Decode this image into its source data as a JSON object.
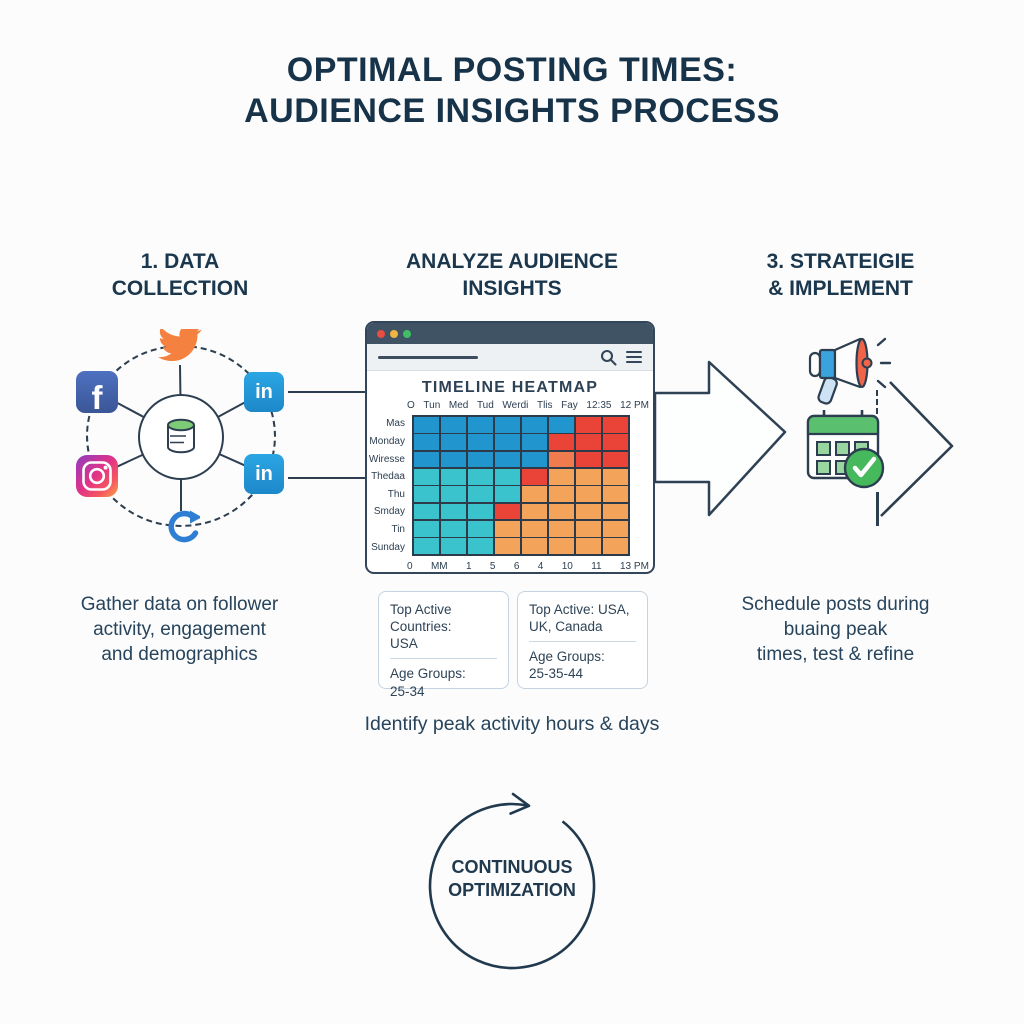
{
  "title": {
    "line1": "OPTIMAL POSTING TIMES:",
    "line2": "AUDIENCE INSIGHTS PROCESS"
  },
  "steps": {
    "step1": {
      "heading_line1": "1. DATA",
      "heading_line2": "COLLECTION",
      "description_line1": "Gather data on follower",
      "description_line2": "activity, engagement",
      "description_line3": "and demographics"
    },
    "step2": {
      "heading_line1": "ANALYZE AUDIENCE",
      "heading_line2": "INSIGHTS",
      "caption": "Identify peak activity hours & days"
    },
    "step3": {
      "heading_line1": "3. STRATEIGIE",
      "heading_line2": "& IMPLEMENT",
      "description_line1": "Schedule posts during",
      "description_line2": "buaing peak",
      "description_line3": "times, test & refine"
    }
  },
  "data_sources": {
    "center_icon": "database-icon",
    "orbit_icons": [
      "twitter-icon",
      "facebook-icon",
      "linkedin-icon",
      "instagram-icon",
      "linkedin-icon",
      "refresh-icon"
    ],
    "facebook_glyph": "f",
    "linkedin_glyph": "in"
  },
  "browser": {
    "heatmap_title": "TIMELINE HEATMAP"
  },
  "insight_cards": [
    {
      "title": "Top Active Countries:",
      "value": "USA",
      "label2": "Age Groups:",
      "value2": "25-34"
    },
    {
      "title": "Top Active: USA,",
      "value": "UK, Canada",
      "label2": "Age Groups:",
      "value2": "25-35-44"
    }
  ],
  "cycle": {
    "line1": "CONTINUOUS",
    "line2": "OPTIMIZATION"
  },
  "chart_data": {
    "type": "heatmap",
    "title": "TIMELINE HEATMAP",
    "x_labels_top": [
      "O",
      "Tun",
      "Med",
      "Tud",
      "Werdi",
      "Tlis",
      "Fay",
      "12:35",
      "12 PM"
    ],
    "x_labels_bottom": [
      "0",
      "MM",
      "1",
      "5",
      "6",
      "4",
      "10",
      "11",
      "13 PM"
    ],
    "y_labels": [
      "Mas",
      "Monday",
      "Wiresse",
      "Thedaa",
      "Thu",
      "Smday",
      "Tin",
      "Sunday"
    ],
    "legend": "blue/teal = low activity, orange/red = peak activity",
    "palette": {
      "b": "#2095ce",
      "t": "#3bc3cd",
      "r": "#ea4337",
      "o": "#f3a45a",
      "s": "#ef7b4e"
    },
    "grid": [
      [
        "b",
        "b",
        "b",
        "b",
        "b",
        "b",
        "r",
        "r"
      ],
      [
        "b",
        "b",
        "b",
        "b",
        "b",
        "r",
        "r",
        "r"
      ],
      [
        "b",
        "b",
        "b",
        "b",
        "b",
        "s",
        "r",
        "r"
      ],
      [
        "t",
        "t",
        "t",
        "t",
        "r",
        "o",
        "o",
        "o"
      ],
      [
        "t",
        "t",
        "t",
        "t",
        "o",
        "o",
        "o",
        "o"
      ],
      [
        "t",
        "t",
        "t",
        "r",
        "o",
        "o",
        "o",
        "o"
      ],
      [
        "t",
        "t",
        "t",
        "o",
        "o",
        "o",
        "o",
        "o"
      ],
      [
        "t",
        "t",
        "t",
        "o",
        "o",
        "o",
        "o",
        "o"
      ]
    ]
  },
  "colors": {
    "heading_text": "#17334a",
    "body_text": "#27445c",
    "outline_navy": "#2c3e50",
    "facebook_blue": "#4e71c0",
    "linkedin_blue": "#2ba6e4",
    "twitter_orange": "#f4813f",
    "megaphone_orange": "#f0644a",
    "calendar_green": "#5bbf70",
    "traffic_red": "#e84c42",
    "traffic_yellow": "#f0b43f",
    "traffic_green": "#3fbf63"
  }
}
